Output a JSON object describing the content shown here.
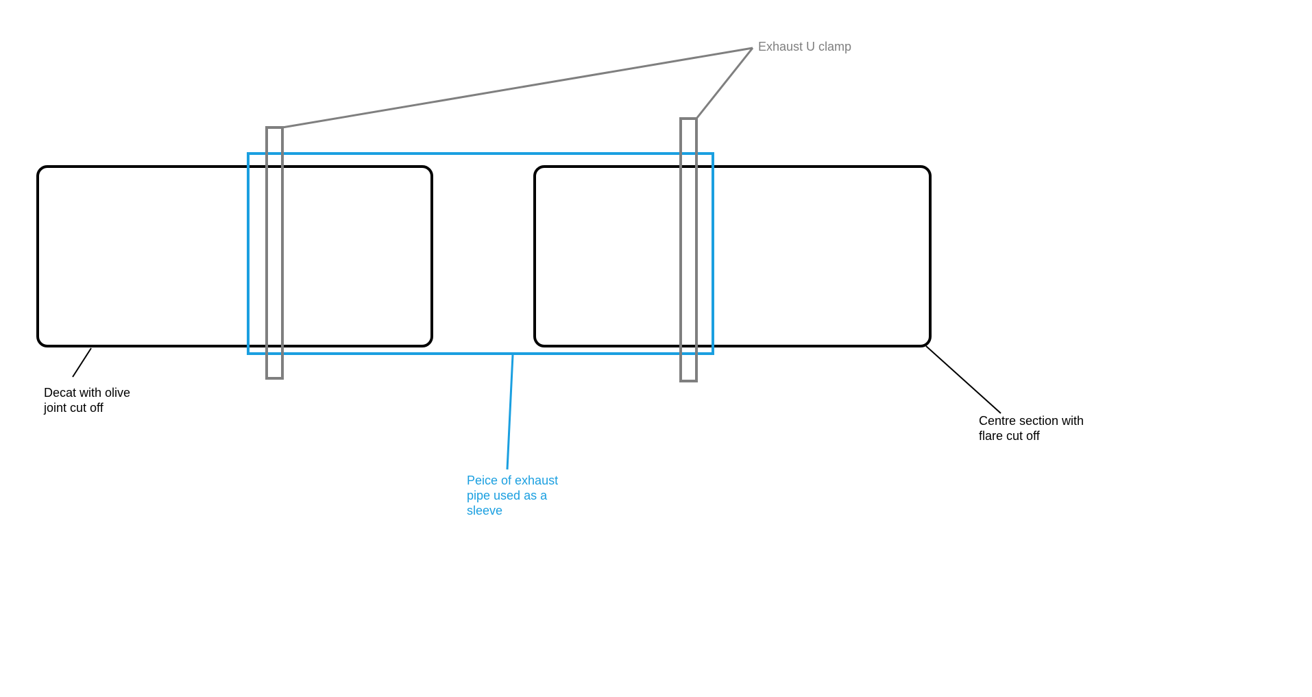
{
  "labels": {
    "decat": {
      "line1": "Decat with olive",
      "line2": "joint cut off"
    },
    "centre_section": {
      "line1": "Centre section with",
      "line2": "flare cut off"
    },
    "sleeve": {
      "line1": "Peice of exhaust",
      "line2": "pipe used as a",
      "line3": "sleeve"
    },
    "clamp": {
      "text": "Exhaust U clamp"
    }
  },
  "colors": {
    "pipe_outline": "#000000",
    "sleeve": "#1a9fe0",
    "clamp": "#7f7f7f",
    "background": "#ffffff"
  }
}
